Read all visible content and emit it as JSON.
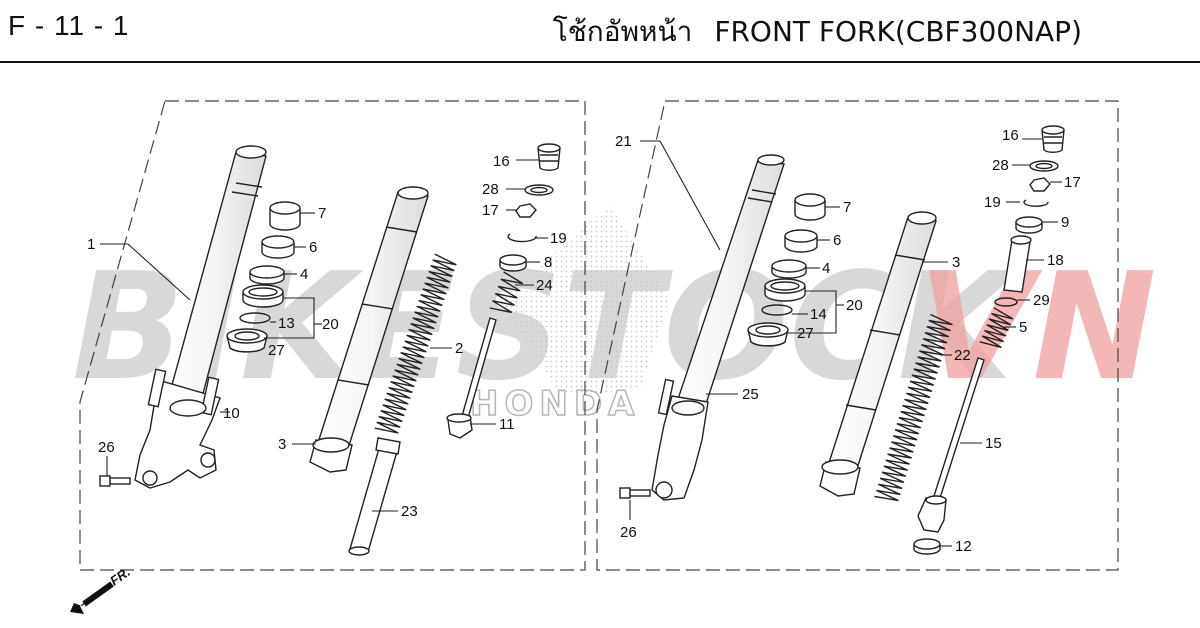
{
  "header": {
    "code": "F - 11 - 1",
    "title_thai": "โช้กอัพหน้า",
    "title_en": "FRONT FORK(CBF300NAP)"
  },
  "watermark": {
    "text_left": "BIKESTOCK",
    "text_right": "VN",
    "sub_text": "HONDA",
    "color_left": "#c8c8c8",
    "color_right": "#f0a0a0"
  },
  "direction": {
    "label": "FR."
  },
  "left_panel": {
    "callouts": [
      "1",
      "7",
      "6",
      "4",
      "13",
      "20",
      "27",
      "10",
      "26",
      "2",
      "3",
      "23",
      "16",
      "28",
      "17",
      "19",
      "8",
      "24",
      "11"
    ]
  },
  "right_panel": {
    "callouts": [
      "21",
      "7",
      "6",
      "4",
      "14",
      "20",
      "27",
      "25",
      "26",
      "3",
      "22",
      "16",
      "28",
      "17",
      "19",
      "9",
      "18",
      "29",
      "5",
      "15",
      "12"
    ]
  }
}
